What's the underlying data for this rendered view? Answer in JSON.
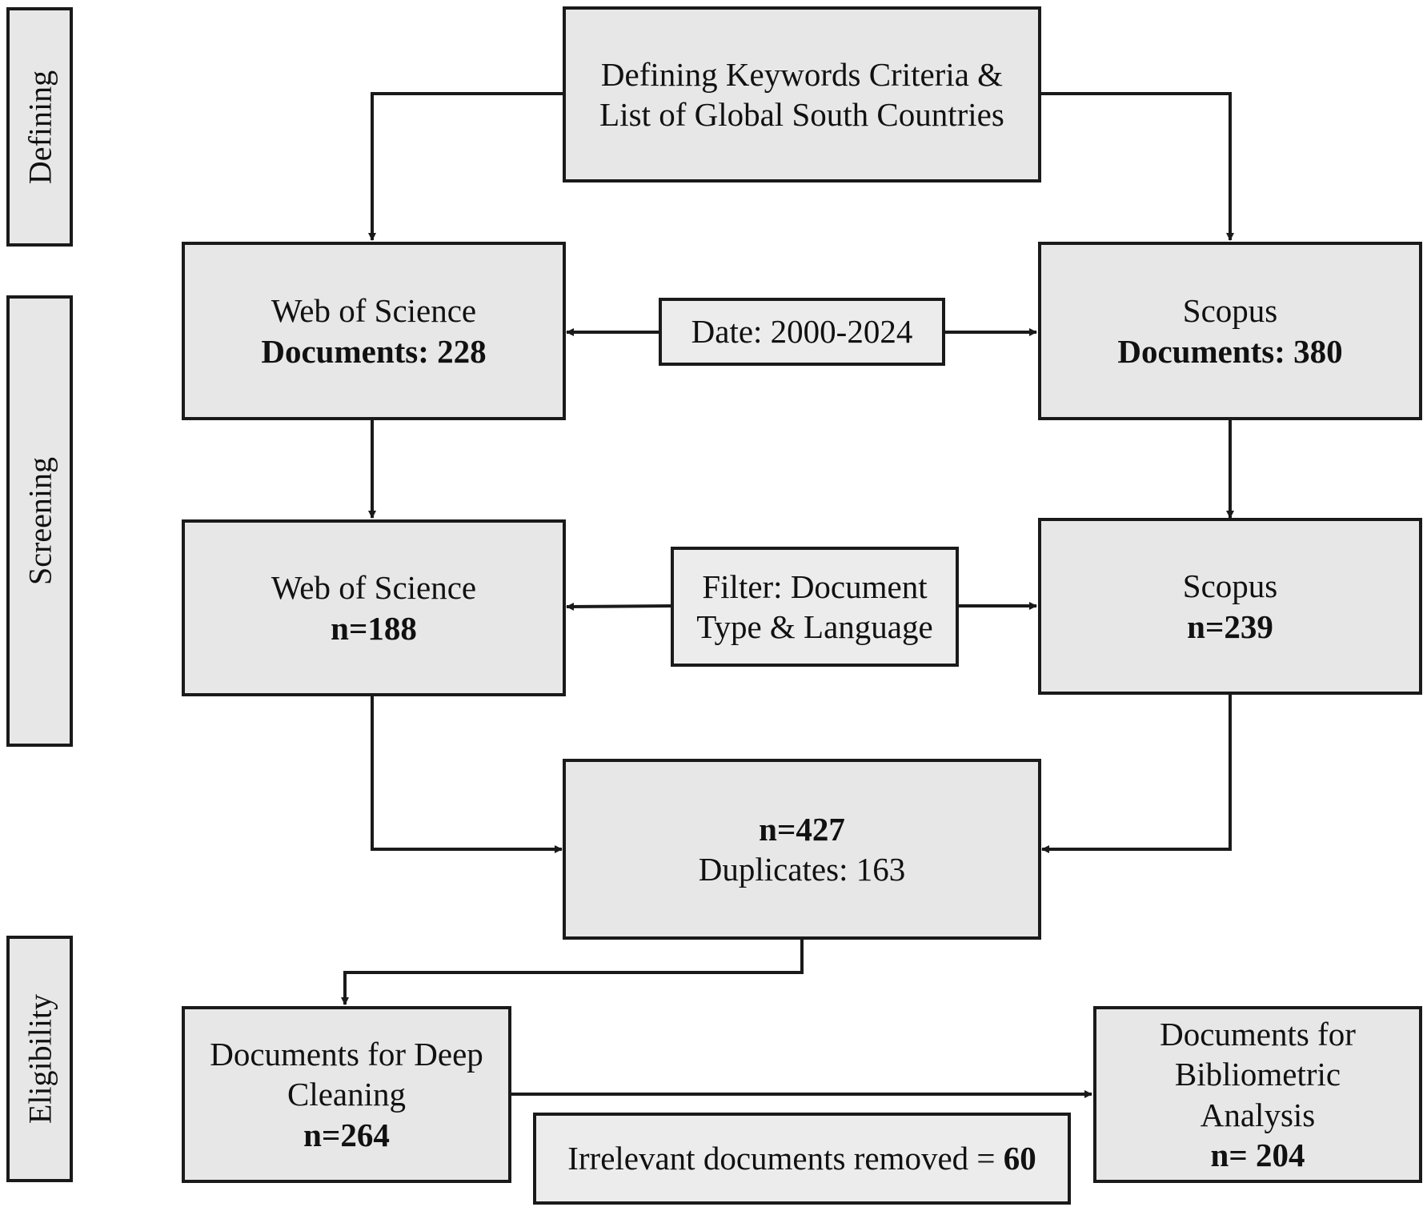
{
  "stages": {
    "defining": "Defining",
    "screening": "Screening",
    "eligibility": "Eligibility"
  },
  "keywords": {
    "line1": "Defining Keywords Criteria &",
    "line2": "List of Global South Countries"
  },
  "wos_initial": {
    "name": "Web of Science",
    "count": "Documents: 228"
  },
  "scopus_initial": {
    "name": "Scopus",
    "count": "Documents: 380"
  },
  "date_filter": "Date: 2000-2024",
  "wos_filtered": {
    "name": "Web of Science",
    "count": "n=188"
  },
  "scopus_filtered": {
    "name": "Scopus",
    "count": "n=239"
  },
  "doc_filter": {
    "line1": "Filter: Document",
    "line2": "Type & Language"
  },
  "merged": {
    "count": "n=427",
    "duplicates": "Duplicates: 163"
  },
  "deep_cleaning": {
    "line1": "Documents for Deep",
    "line2": "Cleaning",
    "count": "n=264"
  },
  "removed": {
    "label": "Irrelevant documents removed = ",
    "count": "60"
  },
  "final": {
    "line1": "Documents for",
    "line2": "Bibliometric",
    "line3": "Analysis",
    "count": "n= 204"
  }
}
